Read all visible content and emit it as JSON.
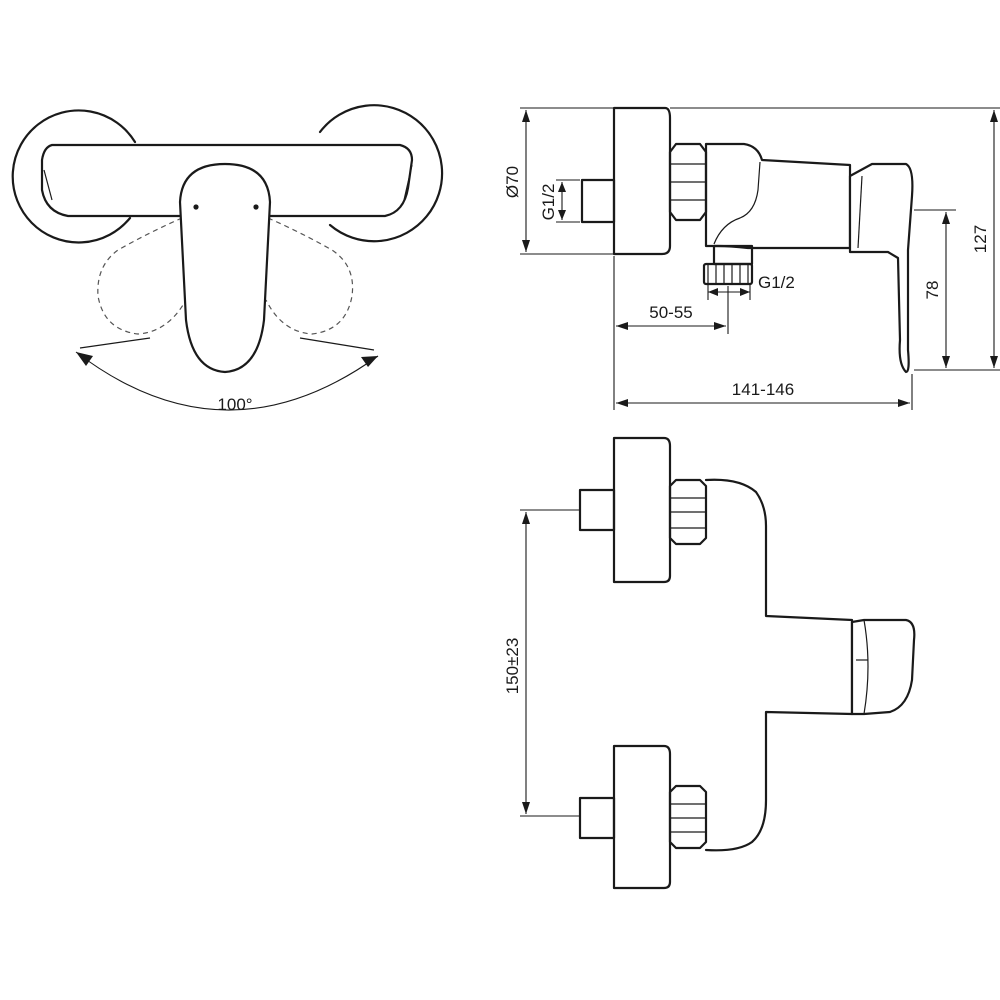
{
  "dimensions": {
    "rotation_angle": "100°",
    "wall_plate_diameter": "Ø70",
    "inlet_thread": "G1/2",
    "outlet_thread": "G1/2",
    "inlet_to_outlet_depth": "50-55",
    "total_depth": "141-146",
    "lever_height": "78",
    "total_height": "127",
    "inlet_spacing": "150±23"
  }
}
